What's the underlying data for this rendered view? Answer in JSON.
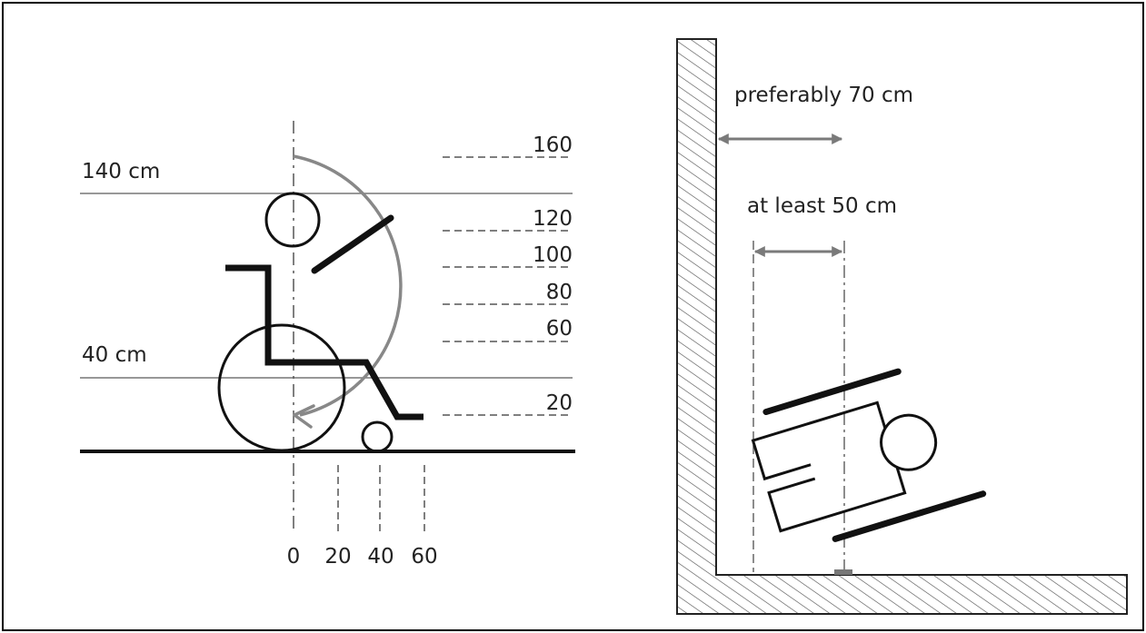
{
  "left_figure": {
    "height_label_upper": "140 cm",
    "height_label_lower": "40 cm",
    "vertical_scale": [
      "160",
      "120",
      "100",
      "80",
      "60",
      "20"
    ],
    "horizontal_scale": [
      "0",
      "20",
      "40",
      "60"
    ]
  },
  "right_figure": {
    "label_preferred": "preferably 70 cm",
    "label_minimum": "at least 50 cm"
  },
  "colors": {
    "line": "#111111",
    "thin_line": "#777777",
    "arc": "#888888",
    "dash": "#555555",
    "arrow": "#7a7a7a"
  }
}
